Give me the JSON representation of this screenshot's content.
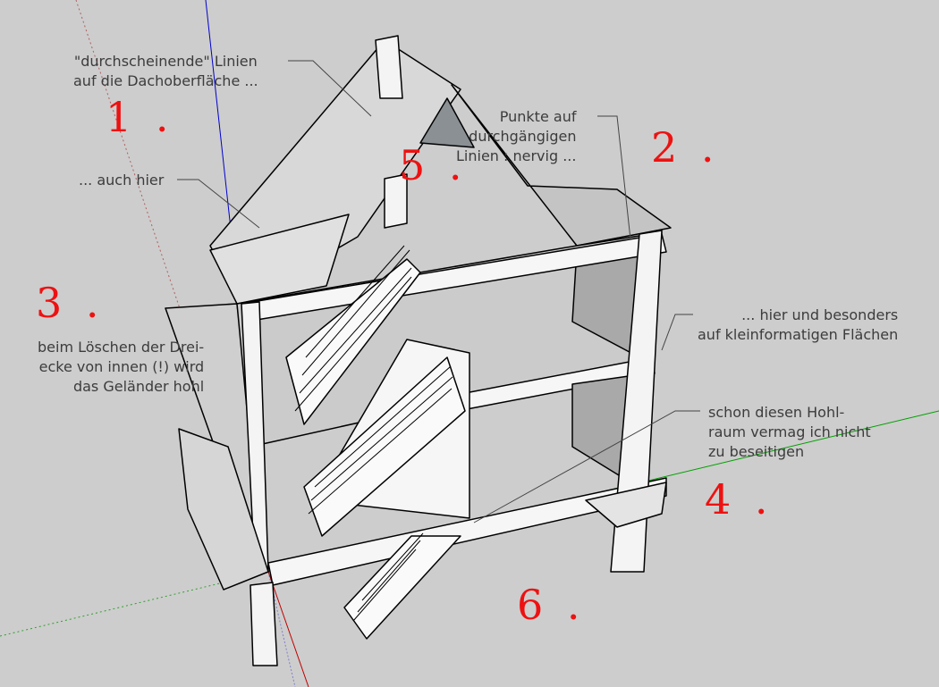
{
  "annotations": [
    {
      "id": "1",
      "number": "1 .",
      "text": "\"durchscheinende\" Linien\nauf die Dachoberfläche ..."
    },
    {
      "id": "1b",
      "text": "... auch hier"
    },
    {
      "id": "2",
      "number": "2 .",
      "text": "Punkte auf\ndurchgängigen\nLinien : nervig ..."
    },
    {
      "id": "3",
      "number": "3 .",
      "text": "beim Löschen der Drei-\necke von innen (!) wird\ndas Geländer hohl"
    },
    {
      "id": "4",
      "number": "4 .",
      "text": "schon diesen Hohl-\nraum vermag ich nicht\nzu beseitigen"
    },
    {
      "id": "5",
      "number": "5 ."
    },
    {
      "id": "6",
      "number": "6 ."
    },
    {
      "id": "7",
      "text": "... hier und besonders\nauf kleinformatigen Flächen"
    }
  ],
  "colors": {
    "background": "#cdcdcd",
    "annotation_number": "#ee1111",
    "axis_red": "#c00000",
    "axis_green": "#00a000",
    "axis_blue": "#0000cc"
  }
}
